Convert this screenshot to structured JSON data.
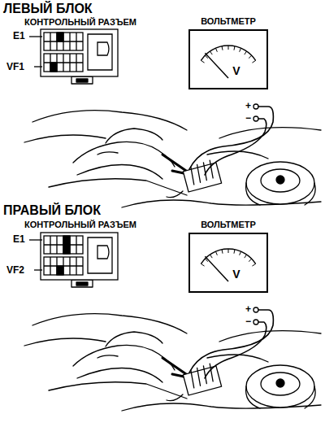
{
  "diagram": {
    "nodes": [
      {
        "text": [
          "ВОЛЬТМЕТР",
          "V"
        ]
      },
      {
        "text": [
          "ВОЛЬТМЕТР",
          "V"
        ]
      }
    ],
    "labels": [
      "ЛЕВЫЙ БЛОК",
      "КОНТРОЛЬНЫЙ РАЗЪЕМ",
      "E1",
      "VF1",
      "+",
      "−",
      "ПРАВЫЙ БЛОК",
      "КОНТРОЛЬНЫЙ РАЗЪЕМ",
      "E1",
      "VF2",
      "+",
      "−"
    ]
  }
}
